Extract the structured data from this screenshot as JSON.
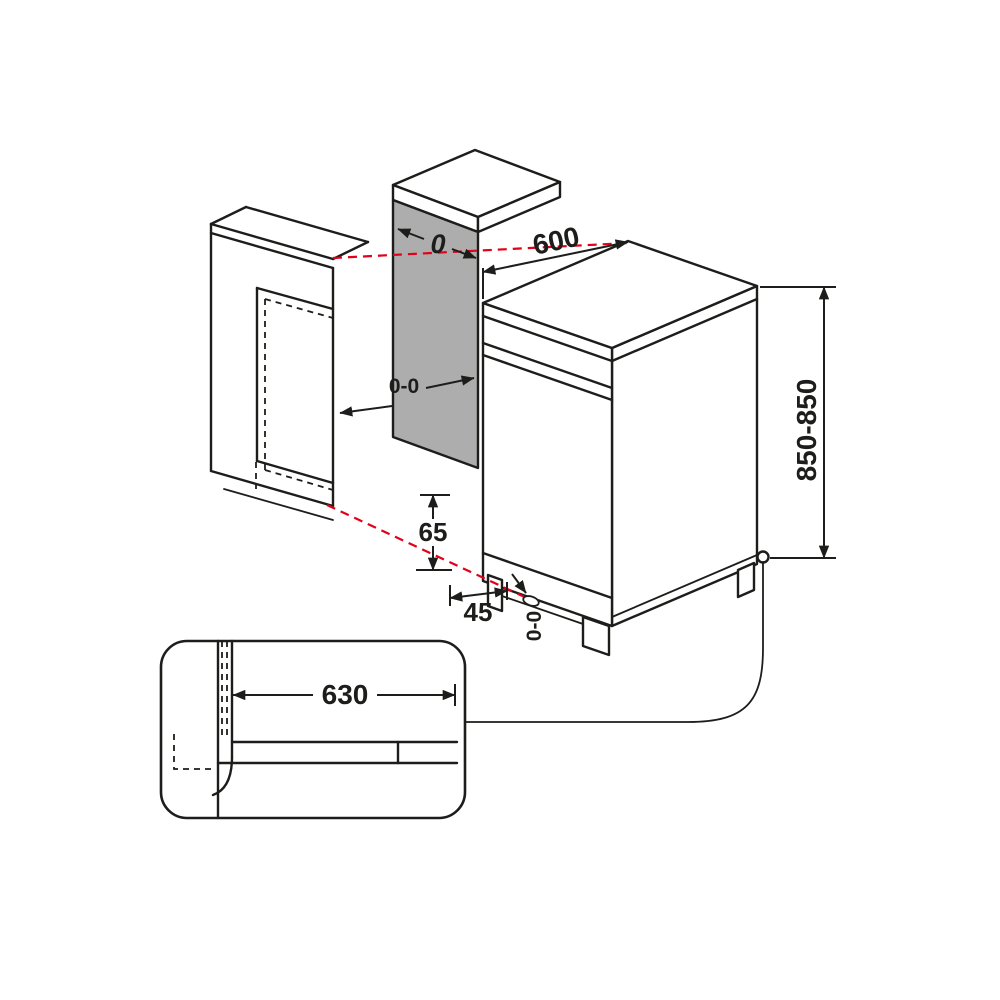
{
  "colors": {
    "line": "#1d1d1b",
    "red_dashed": "#e2001a",
    "panel_fill": "#adadad",
    "background": "#ffffff"
  },
  "dimensions": {
    "top_gap": "0",
    "width": "600",
    "side_gap": "0-0",
    "height": "850-850",
    "foot_height": "65",
    "foot_inset": "45",
    "floor_gap": "0-0",
    "plinth_depth": "630"
  }
}
